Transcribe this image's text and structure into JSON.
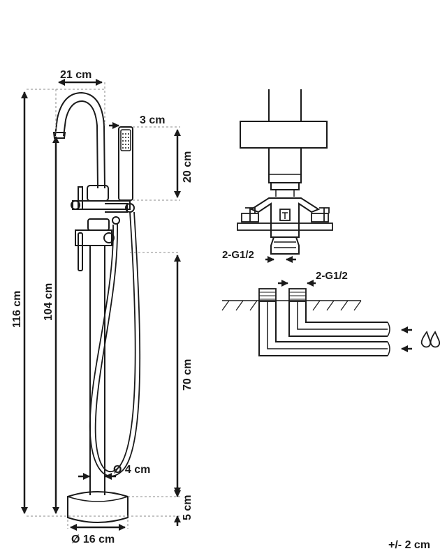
{
  "dimensions": {
    "spout_width": "21 cm",
    "hand_shower_width": "3 cm",
    "hand_shower_height": "20 cm",
    "total_height": "116 cm",
    "spout_height": "104 cm",
    "hand_shower_mount_height": "70 cm",
    "base_height": "5 cm",
    "pipe_diameter": "Ø 4 cm",
    "base_diameter": "Ø 16 cm"
  },
  "connections": {
    "upper_thread": "2-G1/2",
    "floor_thread": "2-G1/2"
  },
  "tolerance": "+/- 2 cm",
  "icons": [
    "water-drops-icon"
  ]
}
